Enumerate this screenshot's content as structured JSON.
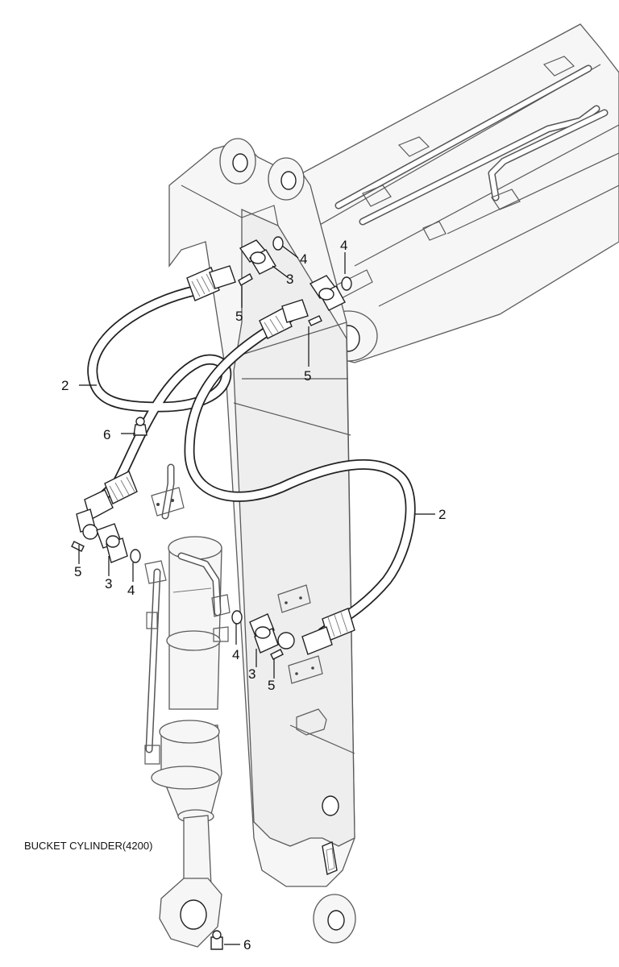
{
  "caption": "BUCKET CYLINDER(4200)",
  "callouts": {
    "c2_upper": "2",
    "c2_right": "2",
    "c3_top": "3",
    "c3_left": "3",
    "c3_right": "3",
    "c4_top_a": "4",
    "c4_top_b": "4",
    "c4_left": "4",
    "c4_right": "4",
    "c5_top_a": "5",
    "c5_top_b": "5",
    "c5_left": "5",
    "c5_right": "5",
    "c6_upper": "6",
    "c6_bottom": "6"
  }
}
